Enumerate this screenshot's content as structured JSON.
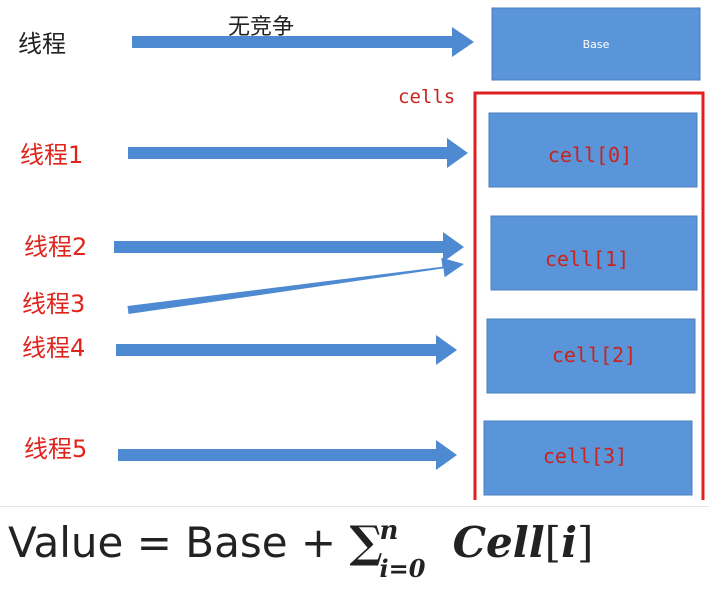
{
  "top_thread": {
    "label": "线程",
    "arrow_label": "无竞争"
  },
  "base": {
    "label": "Base"
  },
  "cells_group": {
    "label": "cells"
  },
  "cells": [
    "cell[0]",
    "cell[1]",
    "cell[2]",
    "cell[3]"
  ],
  "threads": [
    "线程1",
    "线程2",
    "线程3",
    "线程4",
    "线程5"
  ],
  "formula": {
    "lhs": "Value",
    "equals": "=",
    "base": "Base",
    "plus": "+",
    "sigma": "∑",
    "upper": "n",
    "lower": "i=0",
    "term": "Cell",
    "open_bracket": "[",
    "index": "i",
    "close_bracket": "]"
  },
  "colors": {
    "box_fill": "#5b95d9",
    "box_stroke": "#4a7fc0",
    "arrow": "#4e8ad1",
    "thread_text": "#e0241b",
    "cell_text": "#c8231c",
    "group_border": "#e02020",
    "label_text": "#222222"
  }
}
